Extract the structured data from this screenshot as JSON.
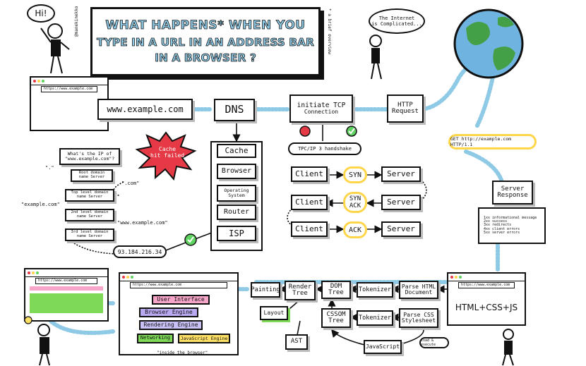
{
  "colors": {
    "accent_blue": "#8ecae6",
    "ring_yellow": "#ffd54a",
    "ok_green": "#5fd35f",
    "fail_red": "#e63946",
    "pink": "#f7a6c9",
    "purple": "#b9a9f0",
    "lavender": "#c9c0f5",
    "green": "#7ed957",
    "yellow": "#ffe066"
  },
  "title": {
    "line1": "WHAT HAPPENS* WHEN YOU",
    "line2": "TYPE IN A URL IN AN ADDRESS BAR",
    "line3": "IN A BROWSER ?",
    "handle": "@manekinekko",
    "footnote": "* a brief overview"
  },
  "people": {
    "hi": "Hi!",
    "internet_line1": "The Internet",
    "internet_line2": "is Complicated..."
  },
  "browser": {
    "url": "https://www.example.com"
  },
  "top_flow": {
    "url_box": "www.example.com",
    "dns": "DNS",
    "tcp_line1": "initiate TCP",
    "tcp_line2": "Connection",
    "http_line1": "HTTP",
    "http_line2": "Request"
  },
  "get_request": "GET http://example.com HTTP/1.1",
  "server_response": {
    "line1": "Server",
    "line2": "Response",
    "codes": [
      {
        "code": "1xx",
        "text": "informational message"
      },
      {
        "code": "2xx",
        "text": "success"
      },
      {
        "code": "3xx",
        "text": "redirects"
      },
      {
        "code": "4xx",
        "text": "client errors"
      },
      {
        "code": "5xx",
        "text": "server errors"
      }
    ]
  },
  "cache_stack": {
    "cache": "Cache",
    "browser": "Browser",
    "os_line1": "Operating",
    "os_line2": "System",
    "router": "Router",
    "isp": "ISP"
  },
  "cache_burst": {
    "line1": "Cache",
    "line2": "hit failed"
  },
  "dns_resolve": {
    "question_line1": "What's the IP of",
    "question_line2": "\"www.example.com\"?",
    "root_line1": "Root domain",
    "root_line2": "name Server",
    "tld_line1": "Top level domain",
    "tld_line2": "name Server",
    "second_line1": "2nd level domain",
    "second_line2": "name Server",
    "third_line1": "3rd level domain",
    "third_line2": "name Server",
    "q_root": "\".\"",
    "q_com": "\".com\"",
    "q_example": "\"example.com\"",
    "q_www": "\"www.example.com\"",
    "ip": "93.184.216.34"
  },
  "handshake": {
    "title": "TPC/IP 3 handshake",
    "rows": [
      {
        "client": "Client",
        "msg": "SYN",
        "server": "Server"
      },
      {
        "client": "Client",
        "msg": "SYN ACK",
        "server": "Server"
      },
      {
        "client": "Client",
        "msg": "ACK",
        "server": "Server"
      }
    ]
  },
  "render": {
    "html_css_js": "HTML+CSS+JS",
    "parse_html_line1": "Parse HTML",
    "parse_html_line2": "Document",
    "tokenizer1": "Tokenizer",
    "dom_line1": "DOM",
    "dom_line2": "Tree",
    "render_tree_line1": "Render",
    "render_tree_line2": "Tree",
    "painting": "Painting",
    "layout": "Layout",
    "cssom_line1": "CSSOM",
    "cssom_line2": "Tree",
    "tokenizer2": "Tokenizer",
    "parse_css_line1": "Parse CSS",
    "parse_css_line2": "Stylesheet",
    "javascript": "JavaScript",
    "load_execute": "load & execute",
    "ast": "AST"
  },
  "engine": {
    "ui": "User Interface",
    "browser_engine": "Browser Engine",
    "rendering_engine": "Rendering Engine",
    "networking": "Networking",
    "js_engine": "JavaScript Engine",
    "caption": "\"inside the browser\""
  }
}
